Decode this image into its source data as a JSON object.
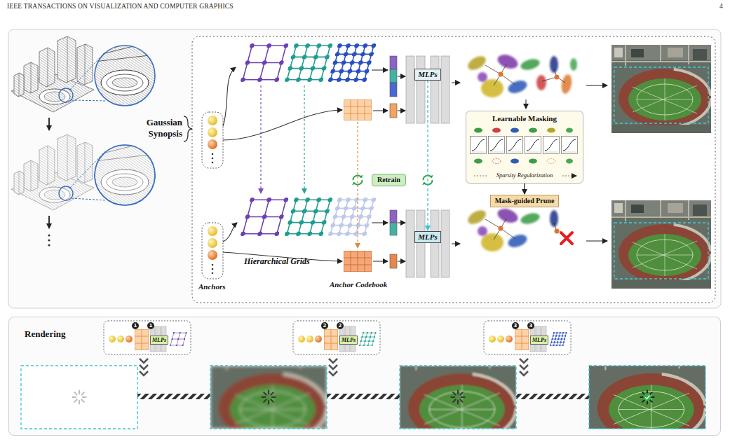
{
  "diagram": {
    "nodes": [
      {
        "text": [
          "MLPs"
        ]
      },
      {
        "text": [
          "Retrain"
        ]
      },
      {
        "text": [
          "Learnable Masking",
          "Sparsity Regularization"
        ]
      },
      {
        "text": [
          "Mask-guided Prune"
        ]
      },
      {
        "text": [
          "MLPs"
        ]
      },
      {
        "text": [
          "Rendering"
        ]
      },
      {
        "text": [
          "MLPs"
        ],
        "in": 5
      },
      {
        "text": [
          "MLPs"
        ],
        "in": 5
      },
      {
        "text": [
          "MLPs"
        ],
        "in": 5
      }
    ],
    "edges": [
      {
        "from": 2,
        "to": 3,
        "arrow": "to"
      },
      {
        "from": 0,
        "to": 4,
        "arrow": "to"
      }
    ],
    "labels": [
      "IEEE TRANSACTIONS ON VISUALIZATION AND COMPUTER GRAPHICS",
      "4",
      "Gaussian Synopsis",
      "Hierarchical Grids",
      "Anchors",
      "Anchor Codebook",
      "1",
      "1",
      "2",
      "2",
      "3",
      "3"
    ]
  }
}
